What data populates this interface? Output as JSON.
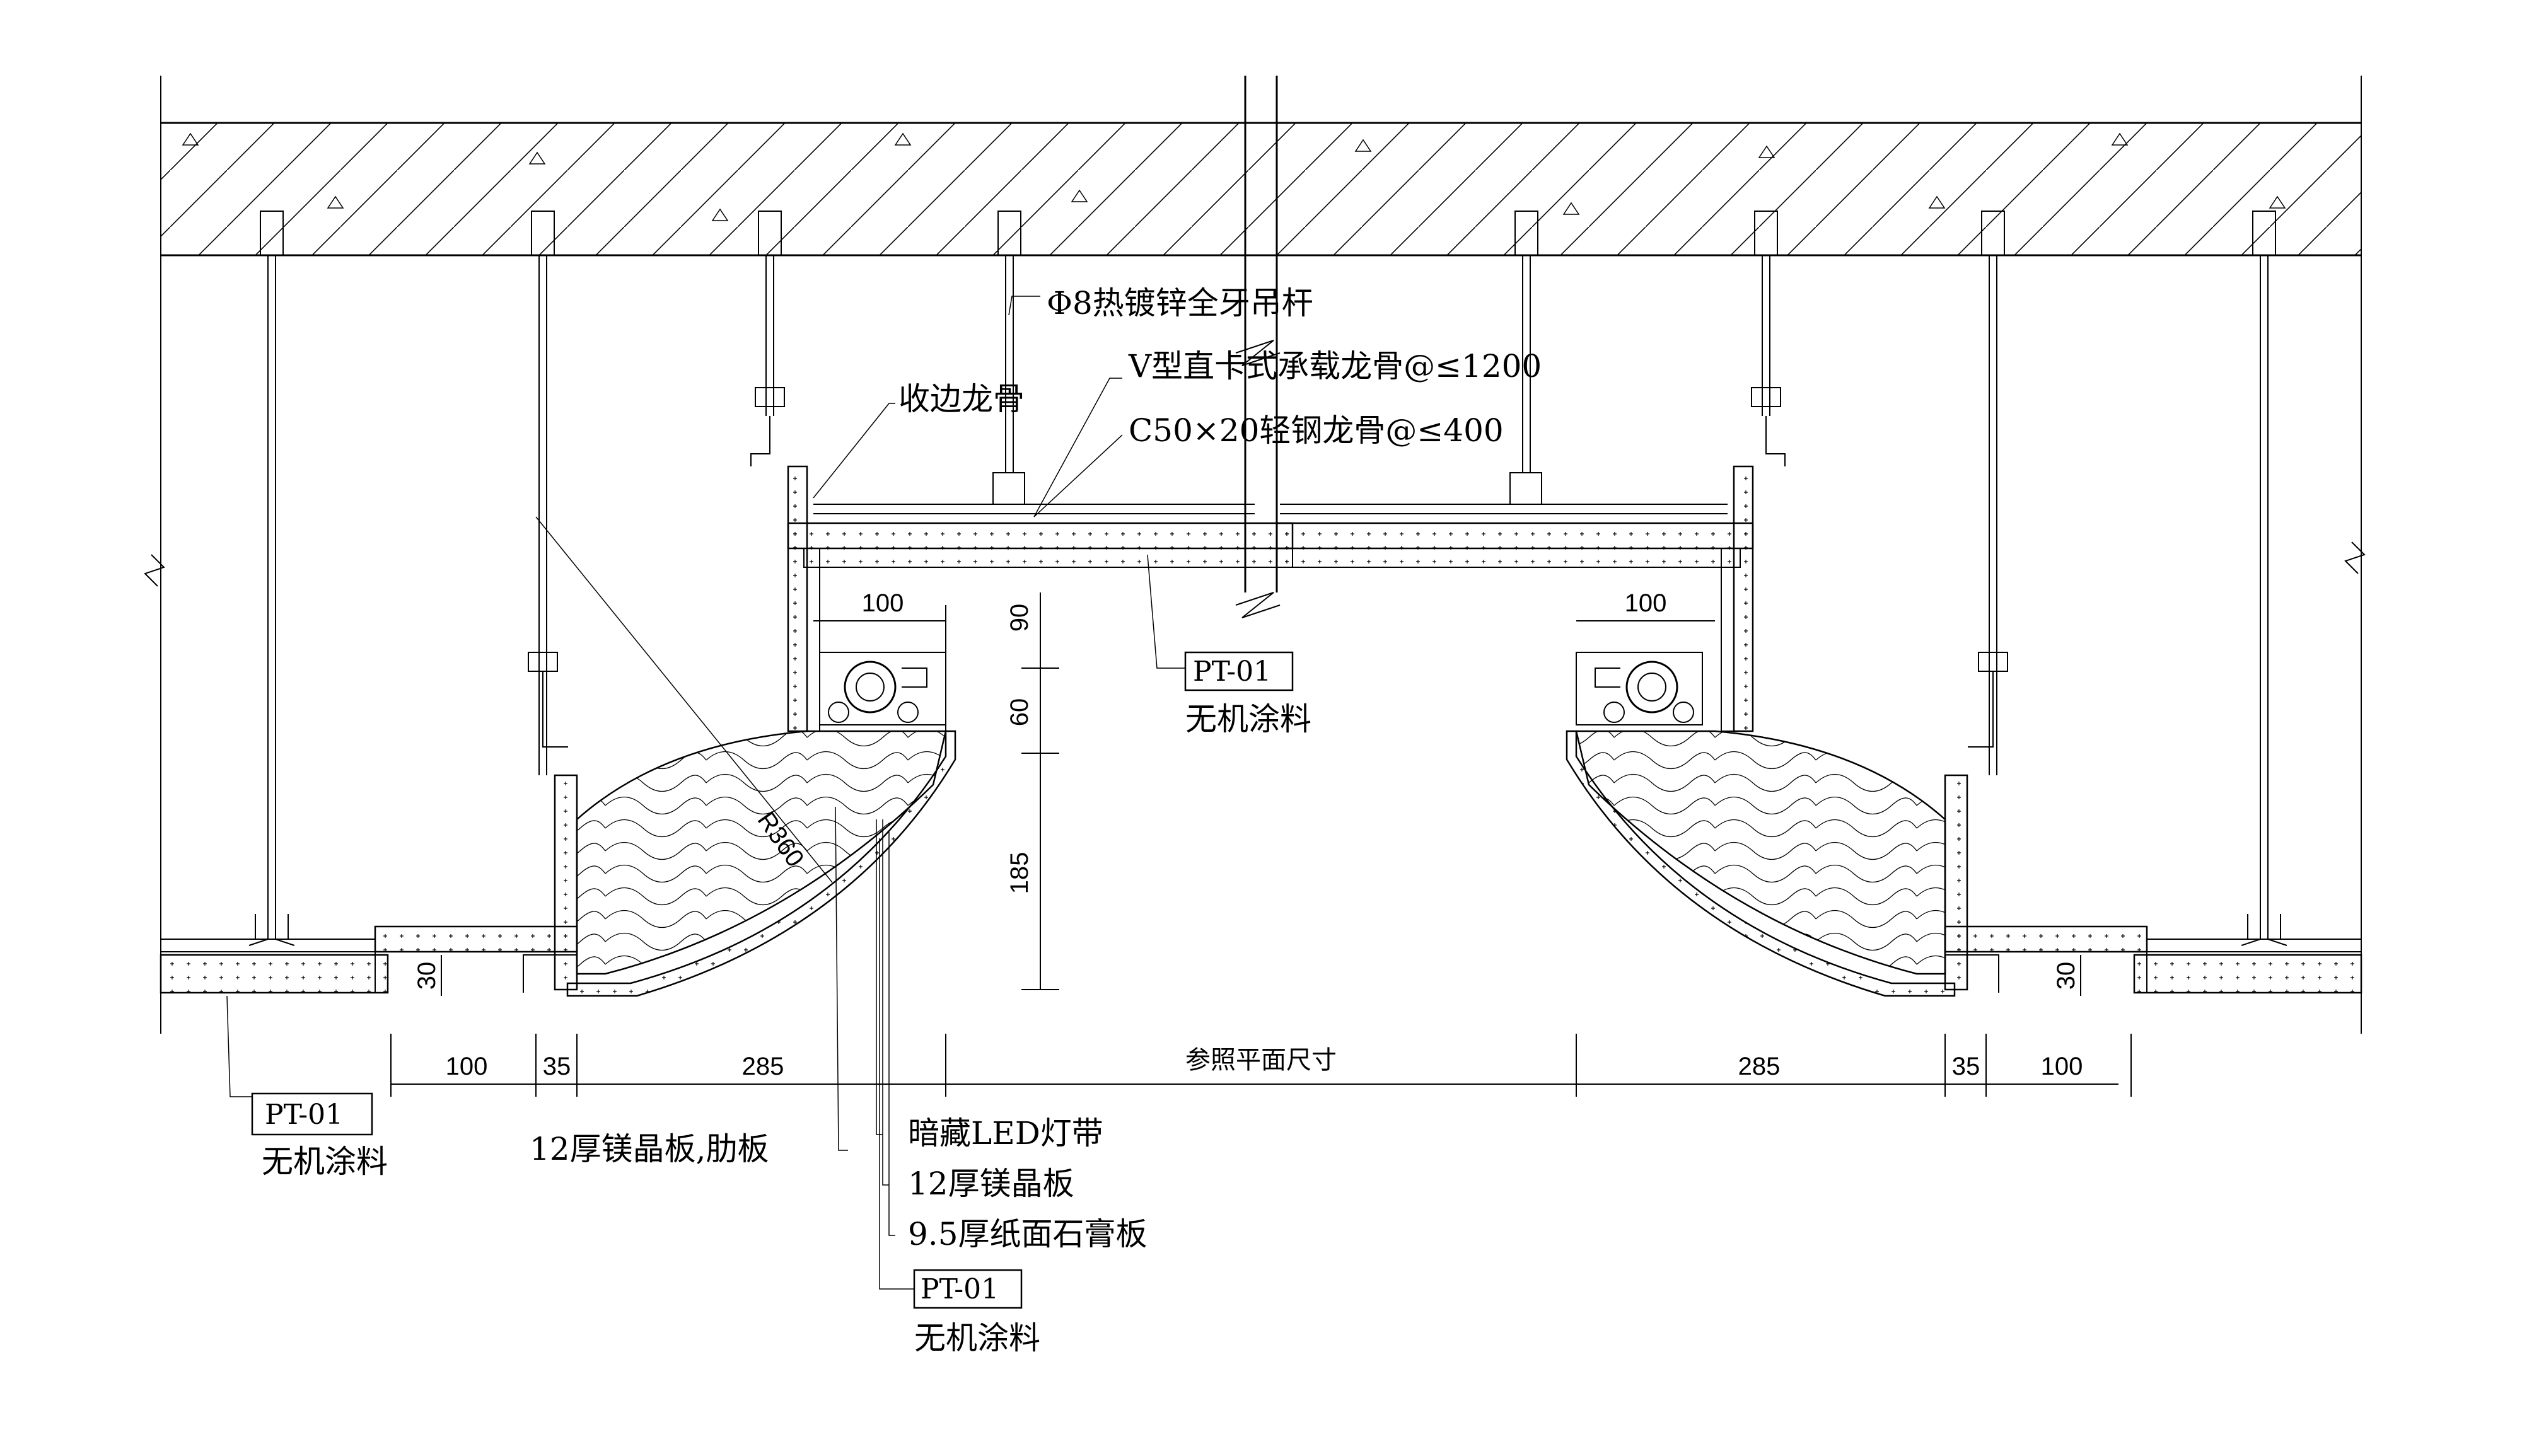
{
  "annotations": {
    "rod": "Φ8热镀锌全牙吊杆",
    "main_runner": "V型直卡式承载龙骨@≤1200",
    "edge_runner": "收边龙骨",
    "light_keel": "C50×20轻钢龙骨@≤400",
    "radius": "R360",
    "board_rib": "12厚镁晶板,肋板",
    "led": "暗藏LED灯带",
    "board": "12厚镁晶板",
    "gypsum": "9.5厚纸面石膏板"
  },
  "tags": [
    {
      "code": "PT-01",
      "desc": "无机涂料"
    },
    {
      "code": "PT-01",
      "desc": "无机涂料"
    },
    {
      "code": "PT-01",
      "desc": "无机涂料"
    }
  ],
  "dimensions": {
    "left_100": "100",
    "left_35": "35",
    "left_285": "285",
    "center": "参照平面尺寸",
    "right_285": "285",
    "right_35": "35",
    "right_100": "100",
    "left_top_100": "100",
    "right_top_100": "100",
    "v_90": "90",
    "v_60": "60",
    "v_185": "185",
    "left_30": "30",
    "right_30": "30"
  }
}
